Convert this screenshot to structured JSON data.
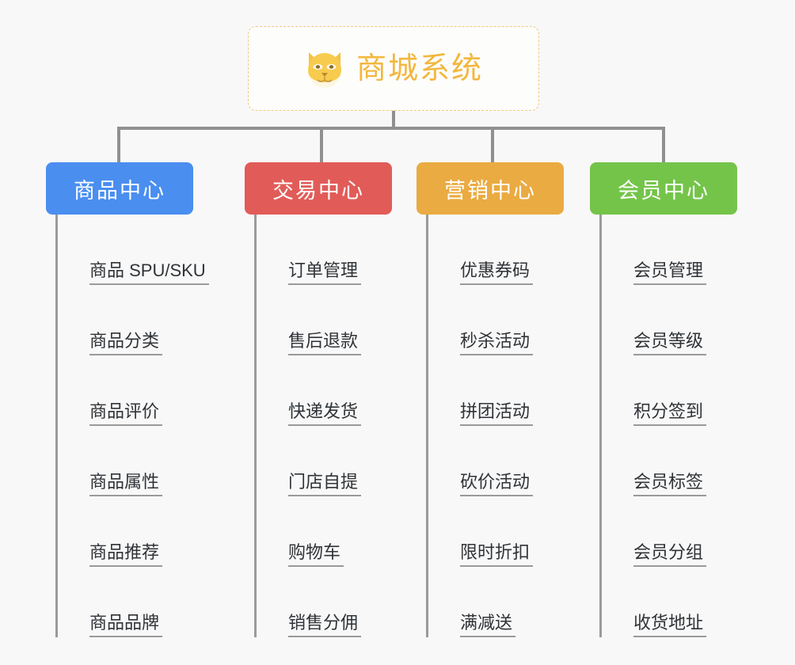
{
  "diagram": {
    "title": "商城系统",
    "root_icon": "shiba-dog-face-icon",
    "background_color": "#f8f8f8",
    "connector_color": "#909090",
    "root": {
      "label": "商城系统",
      "text_color": "#f2b73d",
      "border_color": "#eec87a",
      "background_color": "#fdfdfc"
    },
    "branches": [
      {
        "label": "商品中心",
        "color": "#4a8ef0",
        "items": [
          "商品 SPU/SKU",
          "商品分类",
          "商品评价",
          "商品属性",
          "商品推荐",
          "商品品牌"
        ]
      },
      {
        "label": "交易中心",
        "color": "#e15c58",
        "items": [
          "订单管理",
          "售后退款",
          "快递发货",
          "门店自提",
          "购物车",
          "销售分佣"
        ]
      },
      {
        "label": "营销中心",
        "color": "#eaab42",
        "items": [
          "优惠券码",
          "秒杀活动",
          "拼团活动",
          "砍价活动",
          "限时折扣",
          "满减送"
        ]
      },
      {
        "label": "会员中心",
        "color": "#74c44a",
        "items": [
          "会员管理",
          "会员等级",
          "积分签到",
          "会员标签",
          "会员分组",
          "收货地址"
        ]
      }
    ]
  }
}
